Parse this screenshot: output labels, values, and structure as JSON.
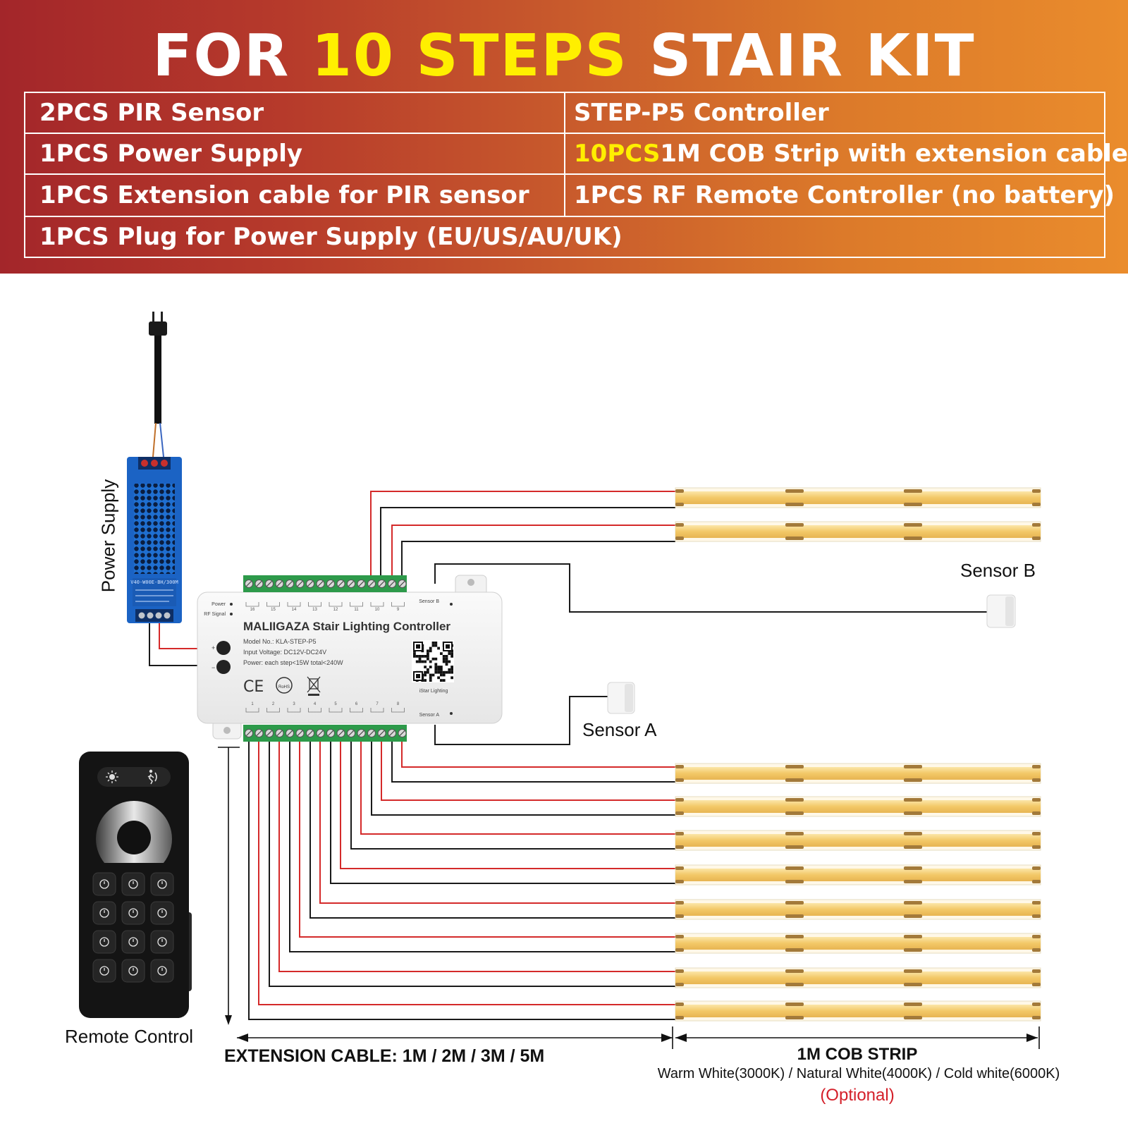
{
  "banner": {
    "title_prefix": "FOR ",
    "title_highlight": "10 STEPS",
    "title_suffix": " STAIR KIT",
    "highlight_color": "#ffef00",
    "items": {
      "r1_left": "2PCS PIR Sensor",
      "r1_right": "STEP-P5 Controller",
      "r2_left": "1PCS Power Supply",
      "r2_right_highlight": "10PCS",
      "r2_right_rest": " 1M COB Strip with extension cable",
      "r3_left": "1PCS Extension cable for PIR sensor",
      "r3_right": "1PCS RF Remote Controller (no battery)",
      "r4_full": "1PCS Plug for Power Supply (EU/US/AU/UK)"
    }
  },
  "diagram": {
    "power_supply_label": "Power Supply",
    "sensor_a_label": "Sensor A",
    "sensor_b_label": "Sensor B",
    "remote_label": "Remote Control",
    "controller": {
      "title": "MALIIGAZA Stair Lighting Controller",
      "model": "Model No.: KLA-STEP-P5",
      "input": "Input Voltage: DC12V-DC24V",
      "power": "Power: each step<15W total<240W",
      "brand": "iStar Lighting",
      "power_led": "Power",
      "rf_led": "RF Signal",
      "sensor_b_port": "Sensor B",
      "sensor_a_port": "Sensor A",
      "top_channels": [
        "16",
        "15",
        "14",
        "13",
        "12",
        "11",
        "10",
        "9"
      ],
      "bottom_channels": [
        "1",
        "2",
        "3",
        "4",
        "5",
        "6",
        "7",
        "8"
      ]
    },
    "psu_text": "V40-W00E-BH/300M",
    "extension_cable_label": "EXTENSION CABLE: 1M / 2M / 3M / 5M",
    "cob_strip_label": "1M COB STRIP",
    "cob_options": "Warm White(3000K) / Natural White(4000K) / Cold white(6000K)",
    "optional_label": "(Optional)",
    "optional_color": "#d4202a",
    "strip_color": "#f3c867",
    "wire_red": "#d42a2a",
    "wire_black": "#1a1a1a"
  }
}
